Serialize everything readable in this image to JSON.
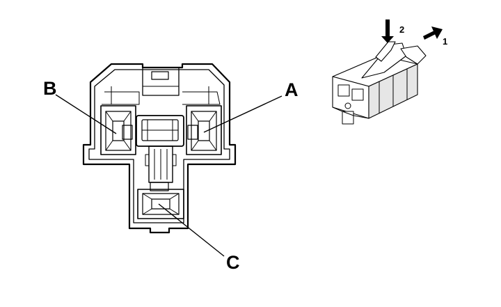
{
  "callouts": {
    "a": "A",
    "b": "B",
    "c": "C"
  },
  "direction_steps": {
    "step_1": "1",
    "step_2": "2"
  },
  "colors": {
    "line": "#000000",
    "background": "#ffffff",
    "fill_light": "#ffffff",
    "fill_shade": "#e6e6e6"
  }
}
